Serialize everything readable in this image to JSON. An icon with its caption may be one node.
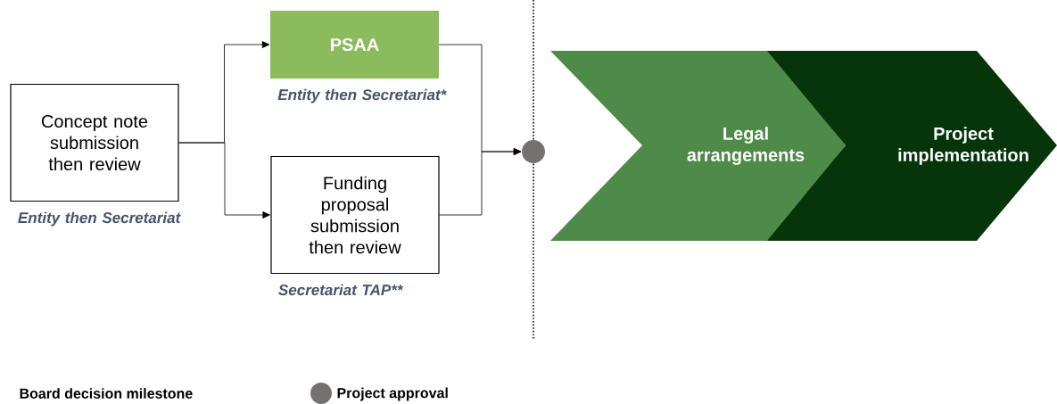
{
  "diagram": {
    "nodes": [
      {
        "text": [
          "Concept note submission then review"
        ],
        "beside": [
          "Entity then Secretariat"
        ]
      },
      {
        "text": [
          "PSAA"
        ],
        "beside": [
          "Entity then Secretariat*"
        ]
      },
      {
        "text": [
          "Funding proposal submission then review"
        ],
        "beside": [
          "Secretariat TAP**"
        ]
      },
      {
        "text": [],
        "shape": "circle"
      },
      {
        "text": [
          "Legal arrangements"
        ]
      },
      {
        "text": [
          "Project implementation"
        ]
      }
    ],
    "edges": [
      {
        "from": 0,
        "to": 1,
        "arrow": "to"
      },
      {
        "from": 0,
        "to": 2,
        "arrow": "to"
      },
      {
        "from": 1,
        "to": 3,
        "arrow": "to"
      },
      {
        "from": 2,
        "to": 3,
        "arrow": "to"
      }
    ],
    "labels": [
      "Board decision milestone"
    ],
    "legend": [
      {
        "text": "Project approval",
        "color": "#767171"
      }
    ]
  }
}
